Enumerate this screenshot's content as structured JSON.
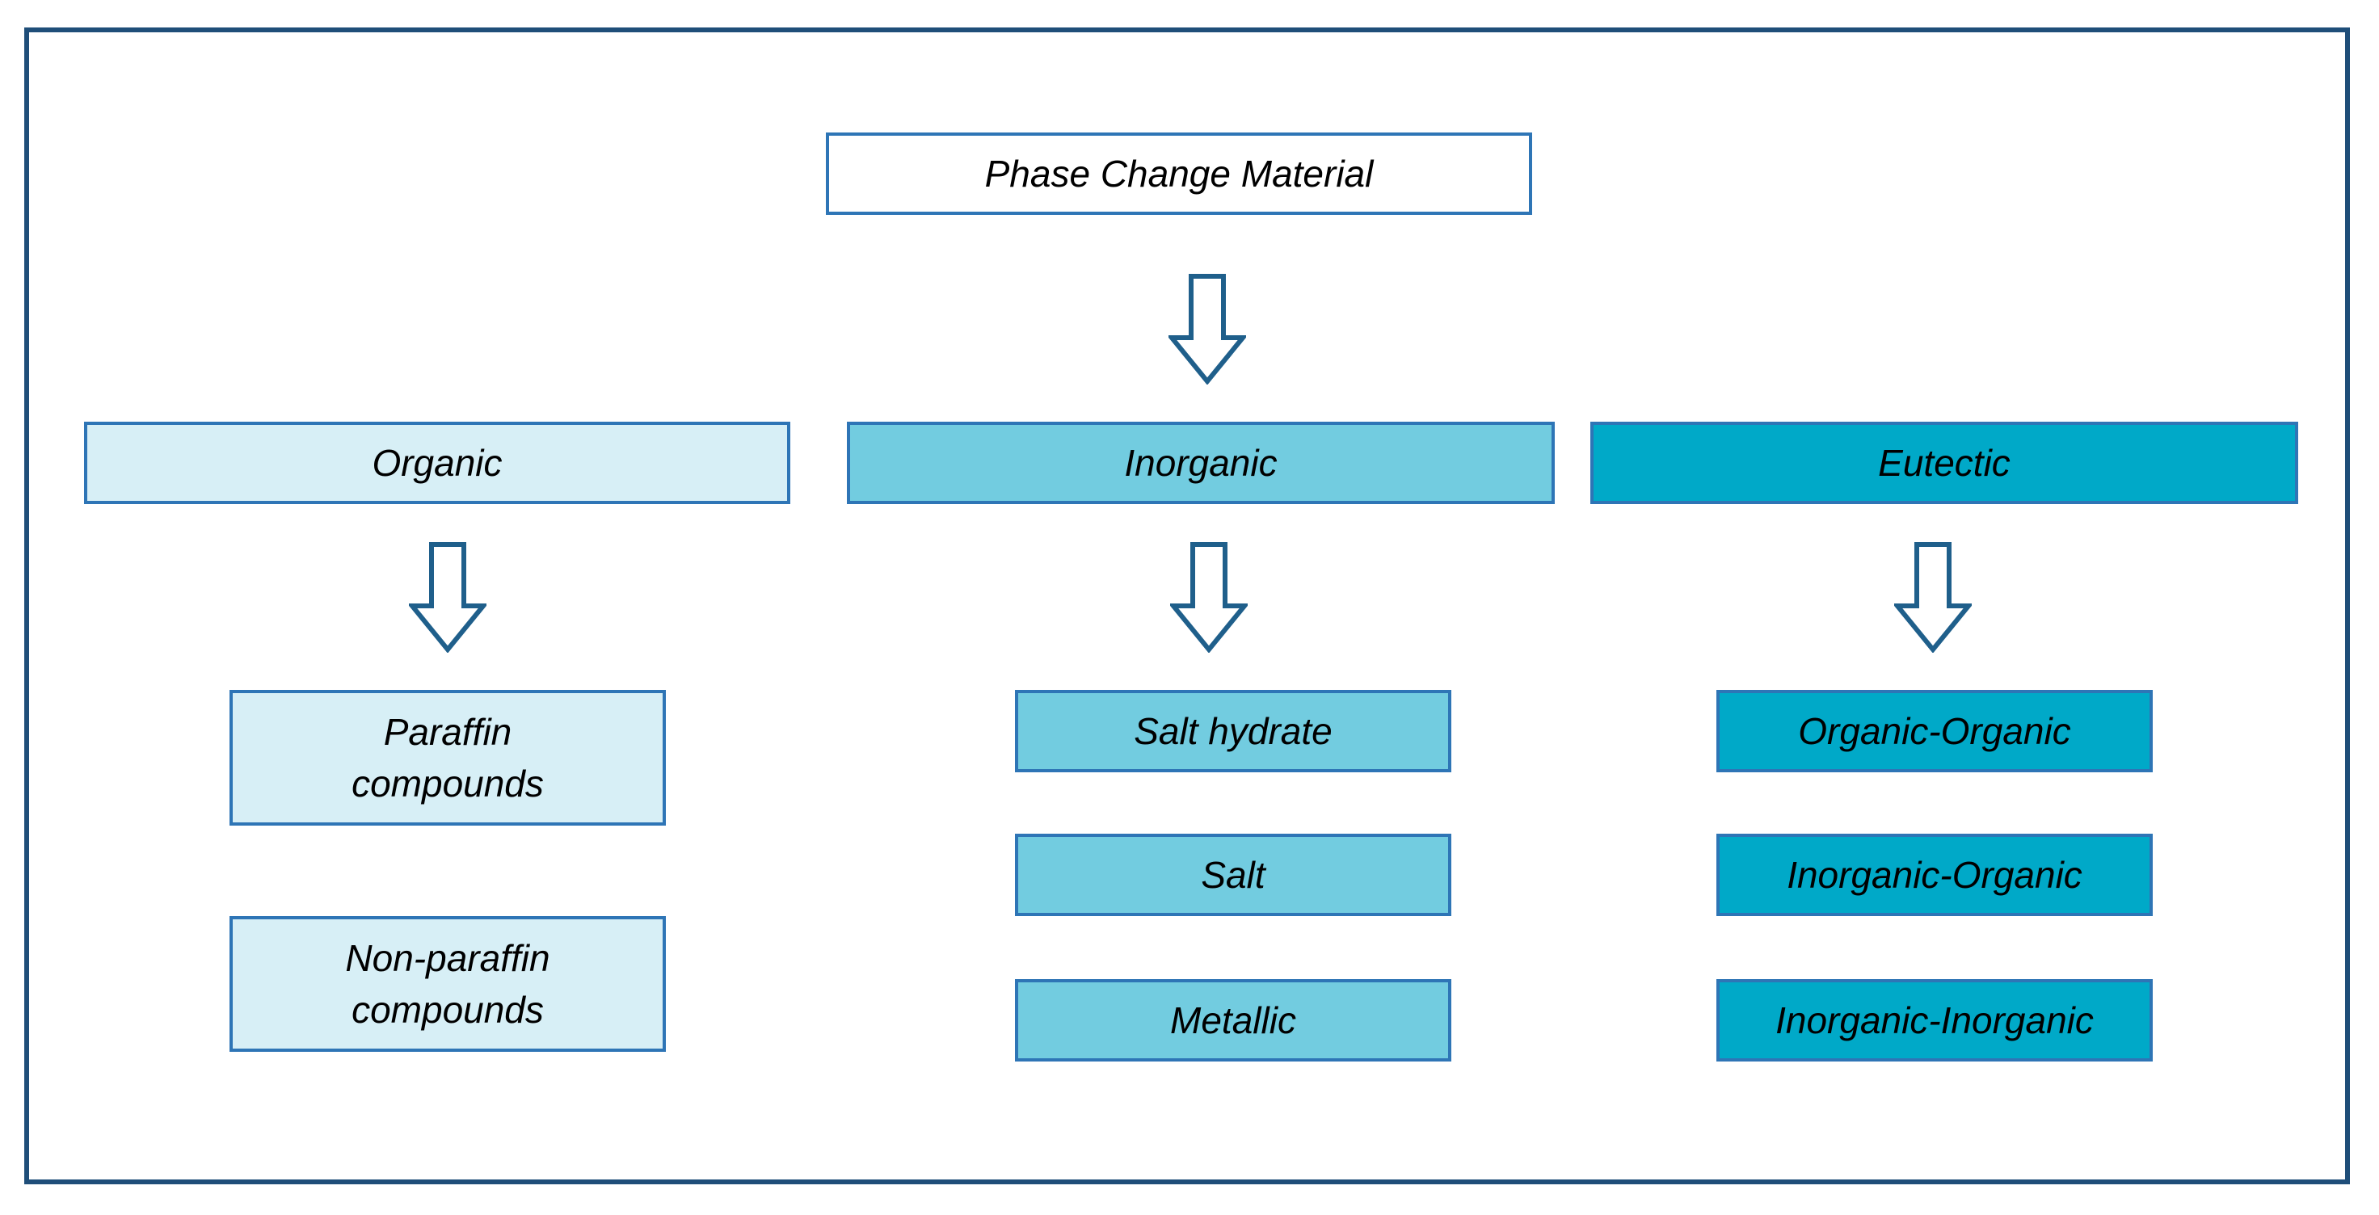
{
  "colors": {
    "organic": "#d7eff6",
    "inorganic": "#72cce0",
    "eutectic": "#00a9c8",
    "border": "#2e75b6",
    "arrow": "#1f5f8b",
    "frame": "#1f4e79"
  },
  "root": {
    "label": "Phase Change Material"
  },
  "categories": [
    {
      "label": "Organic",
      "items": [
        "Paraffin\ncompounds",
        "Non-paraffin\ncompounds"
      ]
    },
    {
      "label": "Inorganic",
      "items": [
        "Salt hydrate",
        "Salt",
        "Metallic"
      ]
    },
    {
      "label": "Eutectic",
      "items": [
        "Organic-Organic",
        "Inorganic-Organic",
        "Inorganic-Inorganic"
      ]
    }
  ]
}
